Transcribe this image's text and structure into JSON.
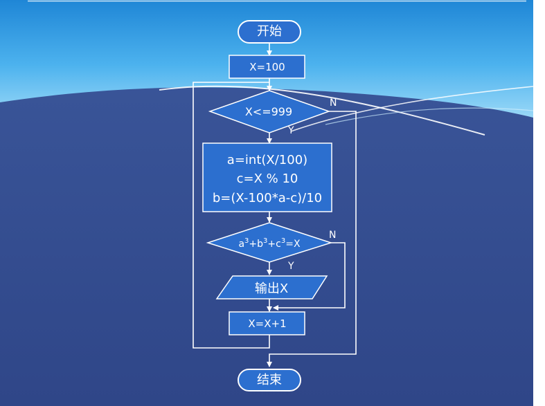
{
  "diagram": {
    "start": "开始",
    "init": "X=100",
    "loop_condition": "X<=999",
    "loop_yes": "Y",
    "loop_no": "N",
    "process": {
      "line1": "a=int(X/100)",
      "line2": "c=X % 10",
      "line3": "b=(X-100*a-c)/10"
    },
    "check": {
      "a": "a",
      "b": "+b",
      "c": "+c",
      "rhs": "=X",
      "exp": "3"
    },
    "check_yes": "Y",
    "check_no": "N",
    "output": "输出X",
    "increment": "X=X+1",
    "end": "结束"
  }
}
